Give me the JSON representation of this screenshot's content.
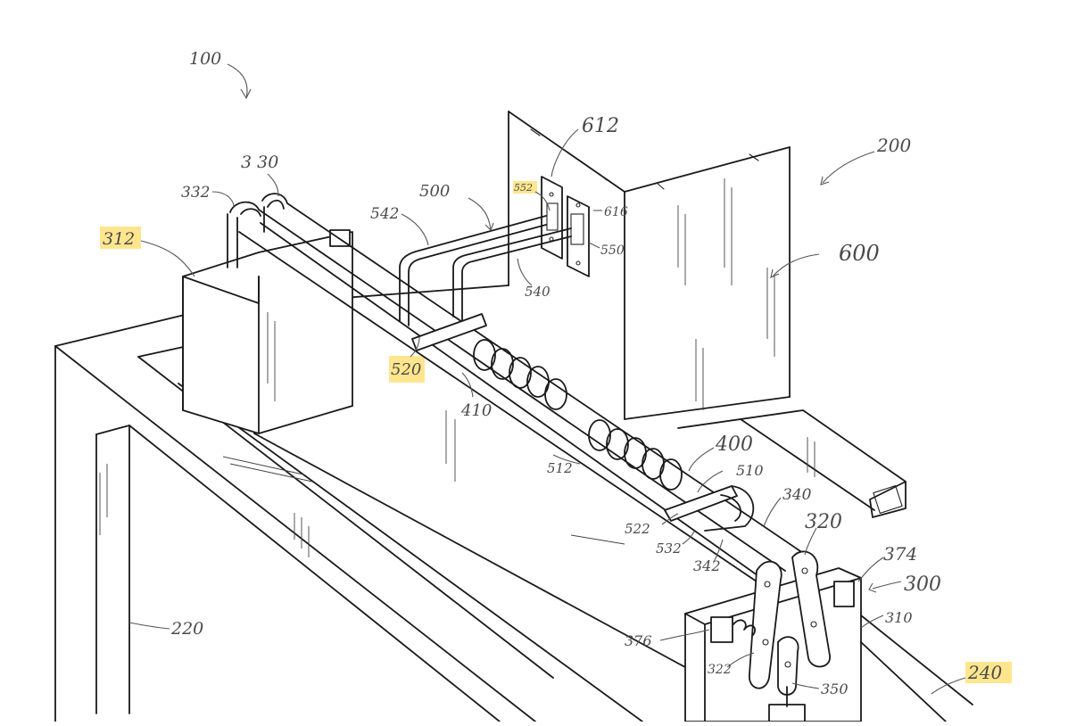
{
  "labels": {
    "l100": "100",
    "l330": "3 30",
    "l332": "332",
    "l312": "312",
    "l542": "542",
    "l500": "500",
    "l552": "552",
    "l612": "612",
    "l616": "616",
    "l550": "550",
    "l540": "540",
    "l200": "200",
    "l600": "600",
    "l520": "520",
    "l410": "410",
    "l512": "512",
    "l400": "400",
    "l510": "510",
    "l340": "340",
    "l320": "320",
    "l522": "522",
    "l532": "532",
    "l342": "342",
    "l374": "374",
    "l300": "300",
    "l310": "310",
    "l376": "376",
    "l322": "322",
    "l350": "350",
    "l220": "220",
    "l240": "240"
  },
  "colors": {
    "line": "#1a1a1a",
    "label": "#4a4a4a",
    "highlight": "#ffe27a",
    "background": "#ffffff"
  }
}
